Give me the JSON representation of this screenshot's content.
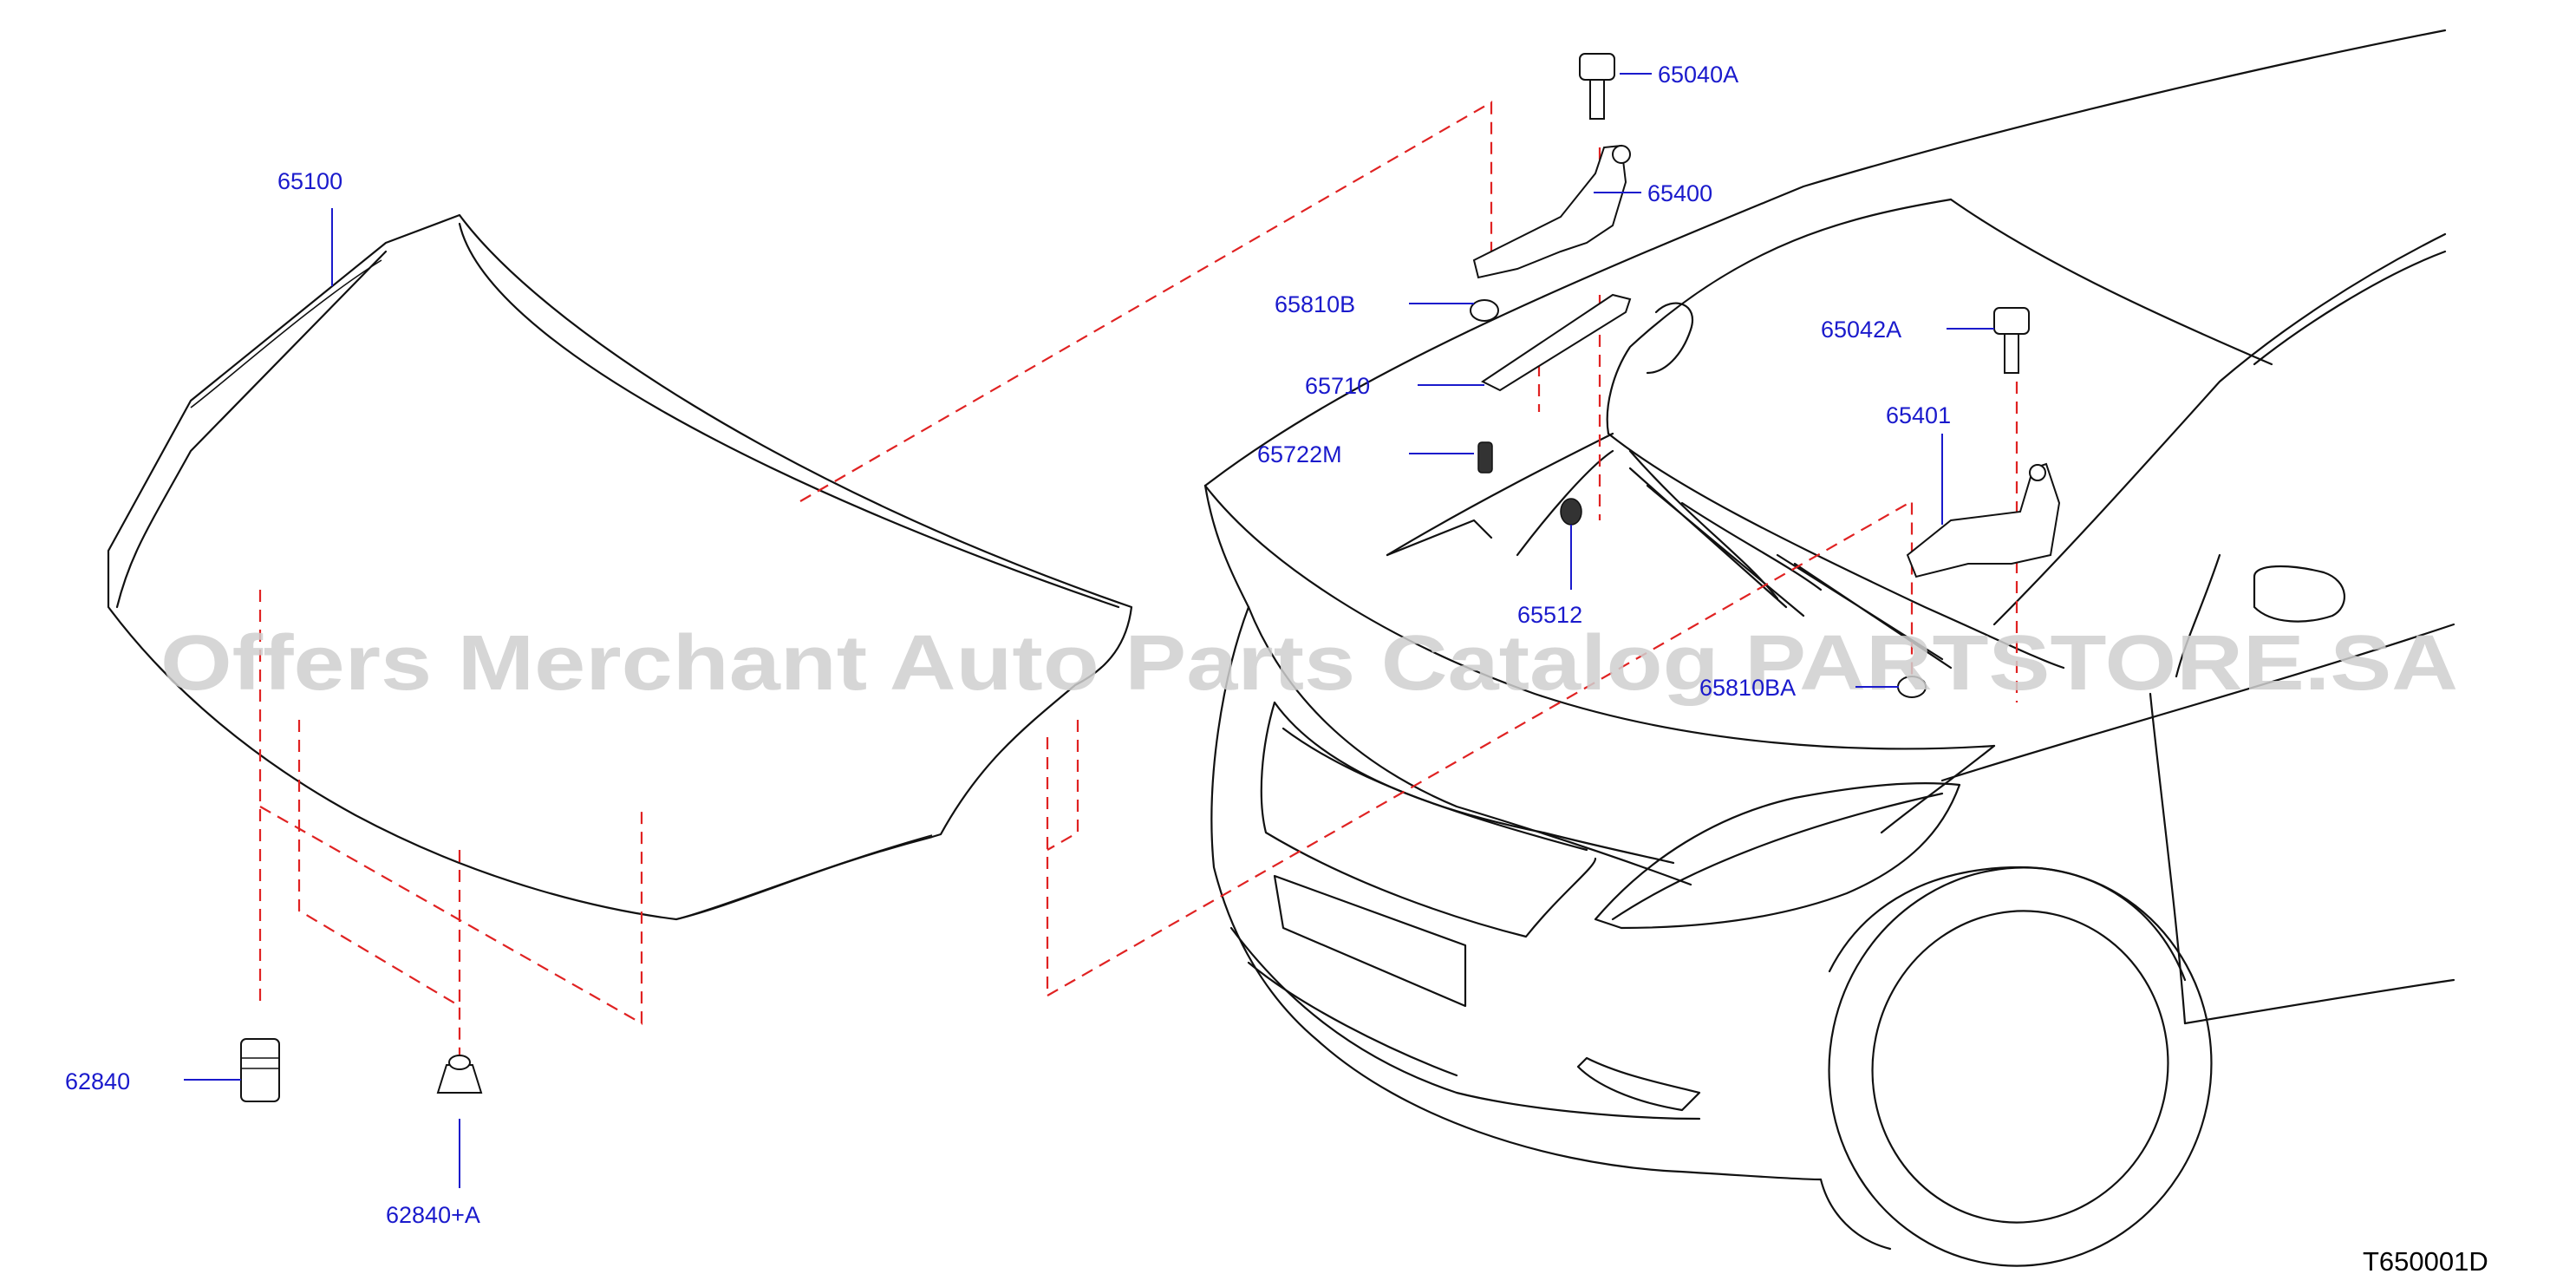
{
  "watermark": "Offers Merchant Auto Parts Catalog PARTSTORE.SA",
  "diagram_code": "T650001D",
  "parts": {
    "hood": "65100",
    "bolt_hinge": "65040A",
    "hinge_left": "65400",
    "nut_65810b": "65810B",
    "hood_rod": "65710",
    "clip_rod": "65722M",
    "grommet": "65512",
    "bolt_hinge_right": "65042A",
    "hinge_right": "65401",
    "nut_65810ba": "65810BA",
    "bumper_rubber": "62840",
    "bumper_rubber_a": "62840+A"
  },
  "colors": {
    "label": "#1a1acc",
    "dash": "#e02222",
    "line": "#111111"
  }
}
